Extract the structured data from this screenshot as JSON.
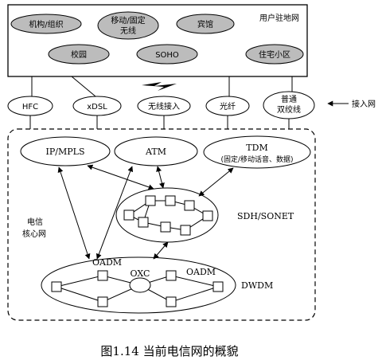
{
  "user_area": {
    "title": "用户驻地网",
    "nodes": [
      "机构/组织",
      "移动/固定",
      "无线",
      "宾馆",
      "校园",
      "SOHO",
      "住宅小区"
    ]
  },
  "access": {
    "title": "接入网",
    "nodes": [
      "HFC",
      "xDSL",
      "无线接入",
      "光纤",
      "普通",
      "双绞线"
    ]
  },
  "core": {
    "title_line1": "电信",
    "title_line2": "核心网",
    "ip": "IP/MPLS",
    "atm": "ATM",
    "tdm_line1": "TDM",
    "tdm_line2": "(固定/移动话音、数据)",
    "sdh": "SDH/SONET",
    "oadm_left": "OADM",
    "oadm_right": "OADM",
    "oxc": "OXC",
    "dwdm": "DWDM"
  },
  "caption": "图1.14  当前电信网的概貌"
}
